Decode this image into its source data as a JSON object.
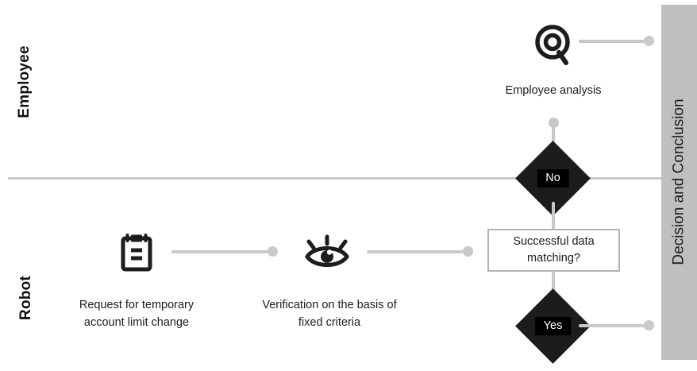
{
  "diagram": {
    "title_band": {
      "label": "Decision and Conclusion",
      "bg_color": "#bfbfbf",
      "text_color": "#1e1e1e"
    },
    "lanes": [
      {
        "id": "employee",
        "label": "Employee"
      },
      {
        "id": "robot",
        "label": "Robot"
      }
    ],
    "nodes": [
      {
        "id": "employee-analysis",
        "icon": "magnifier-icon",
        "caption": "Employee analysis",
        "lane": "employee",
        "type": "task"
      },
      {
        "id": "request-limit-change",
        "icon": "clipboard-icon",
        "caption_line1": "Request for temporary",
        "caption_line2": "account limit change",
        "lane": "robot",
        "type": "task"
      },
      {
        "id": "verification-fixed-criteria",
        "icon": "eye-icon",
        "caption_line1": "Verification on the basis of",
        "caption_line2": "fixed criteria",
        "lane": "robot",
        "type": "task"
      },
      {
        "id": "successful-data-matching",
        "text_line1": "Successful data",
        "text_line2": "matching?",
        "lane": "robot",
        "type": "process-box",
        "border_color": "#b3b3b3"
      },
      {
        "id": "decision-no",
        "label": "No",
        "type": "decision",
        "fill_color": "#1c1c1c",
        "label_bg": "#000000",
        "label_color": "#ffffff"
      },
      {
        "id": "decision-yes",
        "label": "Yes",
        "type": "decision",
        "fill_color": "#1c1c1c",
        "label_bg": "#000000",
        "label_color": "#ffffff"
      }
    ],
    "connector_color": "#c9c9c9"
  }
}
